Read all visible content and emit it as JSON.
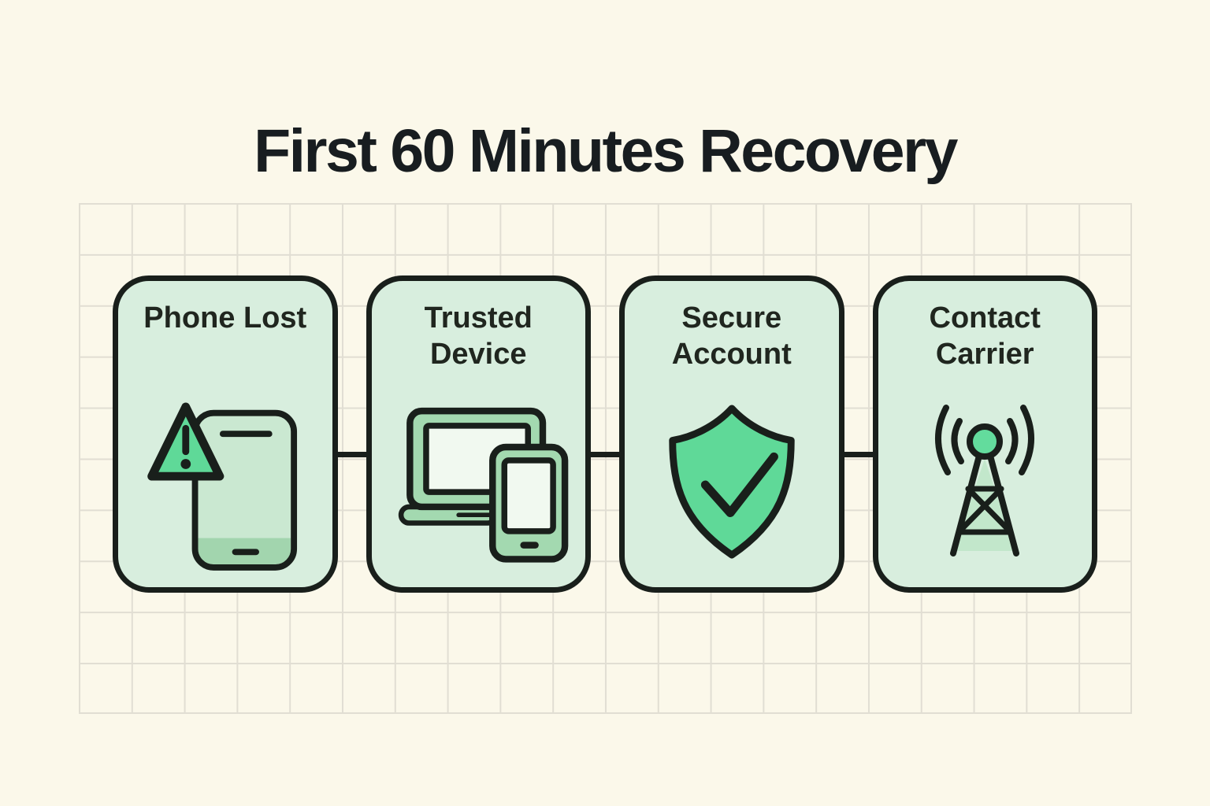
{
  "page": {
    "title": "First 60 Minutes Recovery",
    "background_color": "#FBF8EA",
    "grid_line_color": "#E1DED3",
    "card_background": "#D8EEDE",
    "outline_color": "#191F1B",
    "accent_green": "#5FD998",
    "device_green": "#A3D9B0",
    "screen_pale": "#F1F9F0",
    "text_color": "#20261F"
  },
  "steps": [
    {
      "label": "Phone Lost",
      "icon": "phone-alert-icon"
    },
    {
      "label": "Trusted Device",
      "icon": "trusted-devices-icon"
    },
    {
      "label": "Secure Account",
      "icon": "shield-check-icon"
    },
    {
      "label": "Contact Carrier",
      "icon": "cell-tower-icon"
    }
  ]
}
